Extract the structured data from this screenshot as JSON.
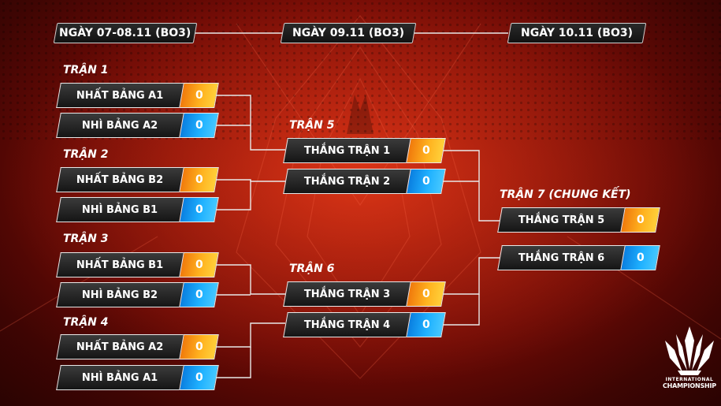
{
  "dates": [
    "NGÀY 07-08.11 (BO3)",
    "NGÀY 09.11 (BO3)",
    "NGÀY 10.11 (BO3)"
  ],
  "matches": {
    "m1": {
      "title": "TRẬN 1",
      "top": {
        "name": "NHẤT BẢNG A1",
        "score": "0"
      },
      "bottom": {
        "name": "NHÌ BẢNG A2",
        "score": "0"
      }
    },
    "m2": {
      "title": "TRẬN 2",
      "top": {
        "name": "NHẤT BẢNG B2",
        "score": "0"
      },
      "bottom": {
        "name": "NHÌ BẢNG B1",
        "score": "0"
      }
    },
    "m3": {
      "title": "TRẬN 3",
      "top": {
        "name": "NHẤT BẢNG B1",
        "score": "0"
      },
      "bottom": {
        "name": "NHÌ BẢNG B2",
        "score": "0"
      }
    },
    "m4": {
      "title": "TRẬN 4",
      "top": {
        "name": "NHẤT BẢNG A2",
        "score": "0"
      },
      "bottom": {
        "name": "NHÌ BẢNG A1",
        "score": "0"
      }
    },
    "m5": {
      "title": "TRẬN 5",
      "top": {
        "name": "THẮNG TRẬN 1",
        "score": "0"
      },
      "bottom": {
        "name": "THẮNG TRẬN 2",
        "score": "0"
      }
    },
    "m6": {
      "title": "TRẬN 6",
      "top": {
        "name": "THẮNG TRẬN 3",
        "score": "0"
      },
      "bottom": {
        "name": "THẮNG TRẬN 4",
        "score": "0"
      }
    },
    "m7": {
      "title": "TRẬN 7 (CHUNG KẾT)",
      "top": {
        "name": "THẮNG TRẬN 5",
        "score": "0"
      },
      "bottom": {
        "name": "THẮNG TRẬN 6",
        "score": "0"
      }
    }
  },
  "logo": {
    "line1": "INTERNATIONAL",
    "line2": "CHAMPIONSHIP"
  },
  "colors": {
    "top_score": "#ffa51a",
    "bottom_score": "#1fb1ff",
    "background": "#9c1408"
  }
}
